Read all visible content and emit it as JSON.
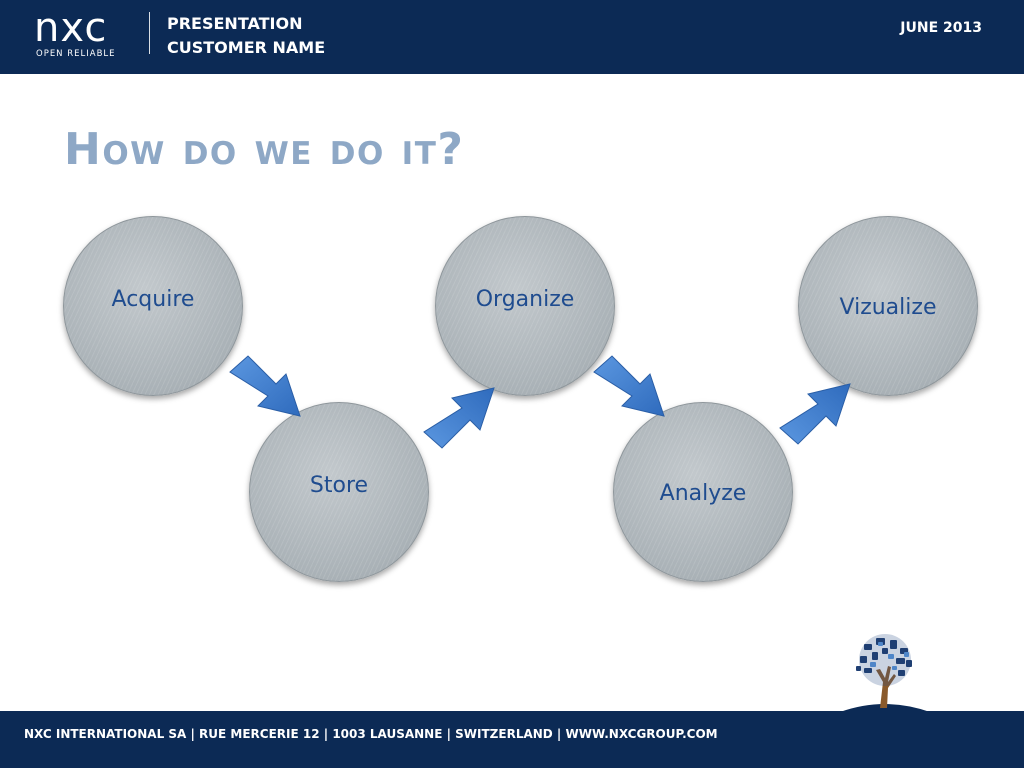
{
  "header": {
    "logo_mark": "nxc",
    "logo_tagline": "OPEN RELIABLE",
    "title_line1": "PRESENTATION",
    "title_line2": "CUSTOMER NAME",
    "date": "JUNE 2013"
  },
  "slide": {
    "title": "How do we do it?"
  },
  "diagram": {
    "steps": [
      {
        "label": "Acquire"
      },
      {
        "label": "Store"
      },
      {
        "label": "Organize"
      },
      {
        "label": "Analyze"
      },
      {
        "label": "Vizualize"
      }
    ]
  },
  "footer": {
    "text": "NXC INTERNATIONAL SA | RUE MERCERIE 12 | 1003 LAUSANNE | SWITZERLAND | WWW.NXCGROUP.COM"
  },
  "colors": {
    "brand_navy": "#0c2a55",
    "title_blue": "#8ea8c6",
    "label_blue": "#1f4c8f",
    "arrow_blue": "#3f7fd0"
  },
  "icons": {
    "tree": "tree-of-devices-icon"
  }
}
